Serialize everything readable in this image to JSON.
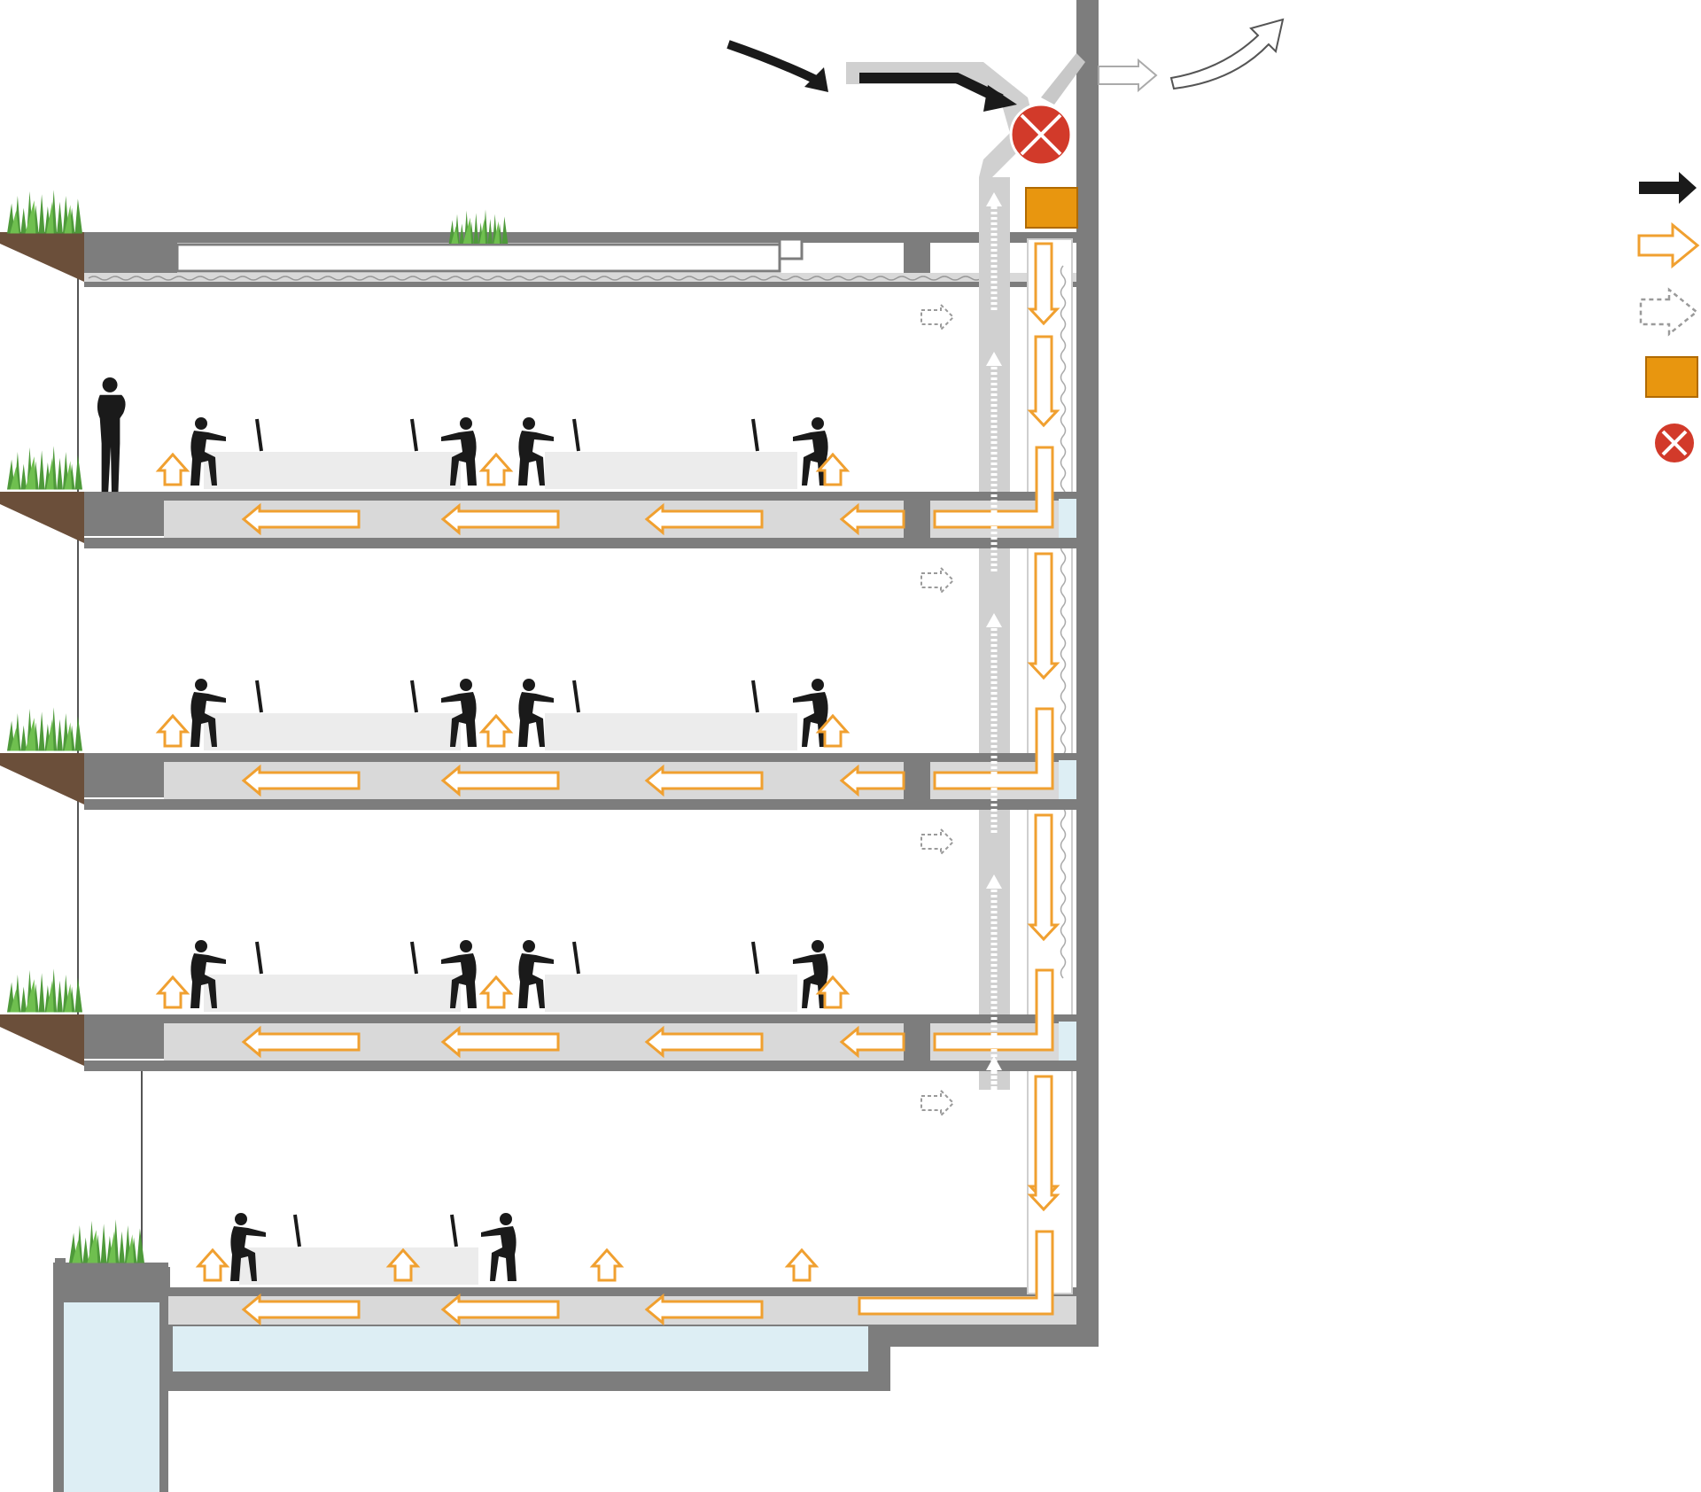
{
  "diagram": {
    "kind": "building-section-ventilation",
    "floors": [
      "roof",
      "level-4",
      "level-3",
      "level-2",
      "ground"
    ],
    "legend": [
      {
        "key": "fresh-air-intake",
        "icon": "black-arrow-icon",
        "color": "#1a1a1a"
      },
      {
        "key": "conditioned-supply-air",
        "icon": "orange-outline-arrow-icon",
        "color": "#f0a030"
      },
      {
        "key": "extract-air",
        "icon": "dashed-arrow-icon",
        "color": "#9a9a9a"
      },
      {
        "key": "heat-exchanger",
        "icon": "orange-box-icon",
        "color": "#e8960f"
      },
      {
        "key": "fan",
        "icon": "fan-cross-icon",
        "color": "#d23a2a"
      }
    ]
  },
  "colors": {
    "structure": "#7d7d7d",
    "plenum": "#d9d9d9",
    "water": "#ddeef4",
    "supply": "#f0a030",
    "fan": "#d23a2a",
    "grass": "#4e9a3a",
    "soil": "#6b4f3a"
  }
}
